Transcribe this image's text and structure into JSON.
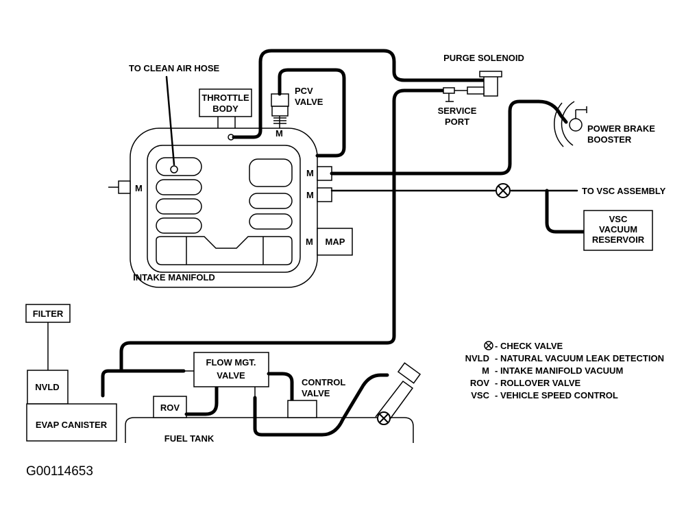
{
  "labels": {
    "to_clean_air_hose": "TO CLEAN AIR HOSE",
    "throttle": "THROTTLE",
    "body": "BODY",
    "pcv": "PCV",
    "valve": "VALVE",
    "purge_solenoid": "PURGE SOLENOID",
    "service": "SERVICE",
    "port": "PORT",
    "power_brake": "POWER BRAKE",
    "booster": "BOOSTER",
    "m": "M",
    "map": "MAP",
    "intake_manifold": "INTAKE MANIFOLD",
    "to_vsc_assembly": "TO VSC ASSEMBLY",
    "vsc": "VSC",
    "vacuum": "VACUUM",
    "reservoir": "RESERVOIR",
    "filter": "FILTER",
    "nvld": "NVLD",
    "evap_canister": "EVAP CANISTER",
    "rov": "ROV",
    "flow_mgt": "FLOW MGT.",
    "control": "CONTROL",
    "fuel_tank": "FUEL TANK"
  },
  "legend": [
    {
      "key": "⊗",
      "text": "- CHECK VALVE"
    },
    {
      "key": "NVLD",
      "text": "- NATURAL VACUUM LEAK DETECTION"
    },
    {
      "key": "M",
      "text": "- INTAKE MANIFOLD VACUUM"
    },
    {
      "key": "ROV",
      "text": "- ROLLOVER VALVE"
    },
    {
      "key": "VSC",
      "text": "- VEHICLE SPEED CONTROL"
    }
  ],
  "figure_id": "G00114653"
}
